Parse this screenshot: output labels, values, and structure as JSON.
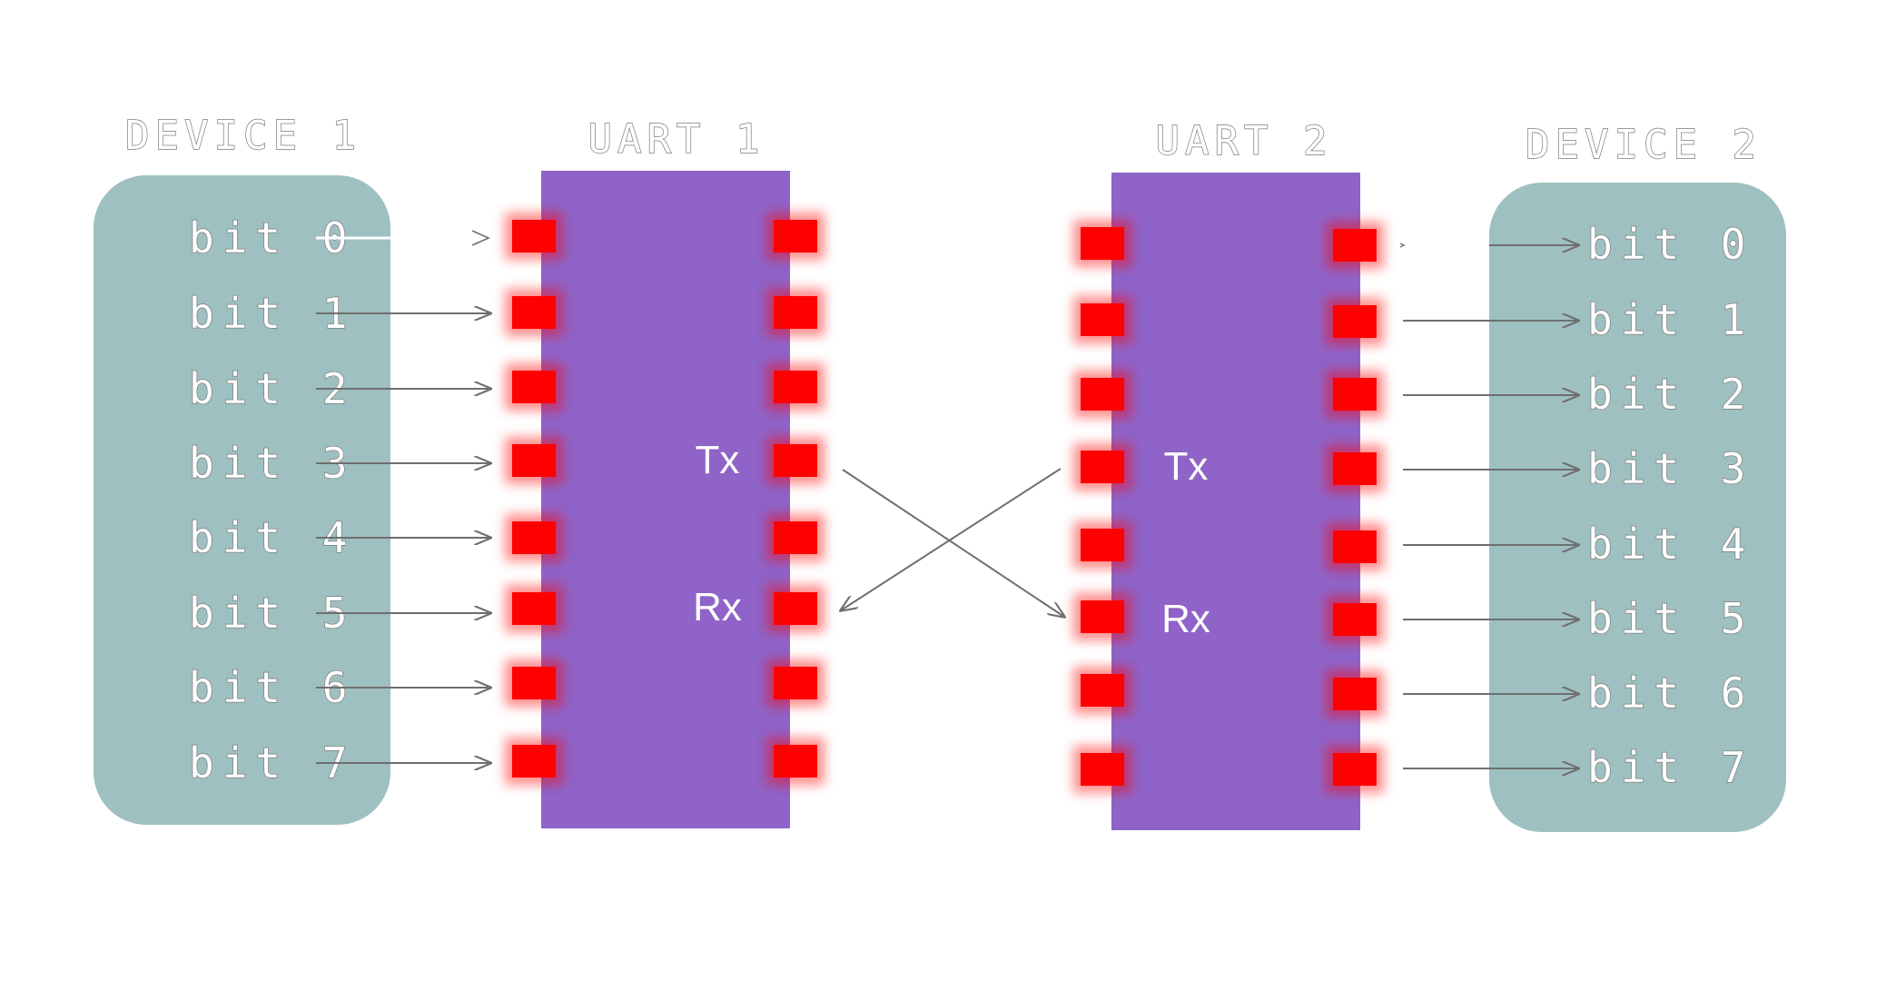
{
  "device1": {
    "title": "DEVICE 1",
    "bits": [
      "bit 0",
      "bit 1",
      "bit 2",
      "bit 3",
      "bit 4",
      "bit 5",
      "bit 6",
      "bit 7"
    ]
  },
  "uart1": {
    "title": "UART 1",
    "tx_label": "Tx",
    "rx_label": "Rx"
  },
  "uart2": {
    "title": "UART 2",
    "tx_label": "Tx",
    "rx_label": "Rx"
  },
  "device2": {
    "title": "DEVICE 2",
    "bits": [
      "bit 0",
      "bit 1",
      "bit 2",
      "bit 3",
      "bit 4",
      "bit 5",
      "bit 6",
      "bit 7"
    ]
  },
  "colors": {
    "device_fill": "#9fc0c0",
    "chip_fill": "#8f63c8",
    "pin_fill": "#ff0000",
    "background": "#ffffff"
  }
}
